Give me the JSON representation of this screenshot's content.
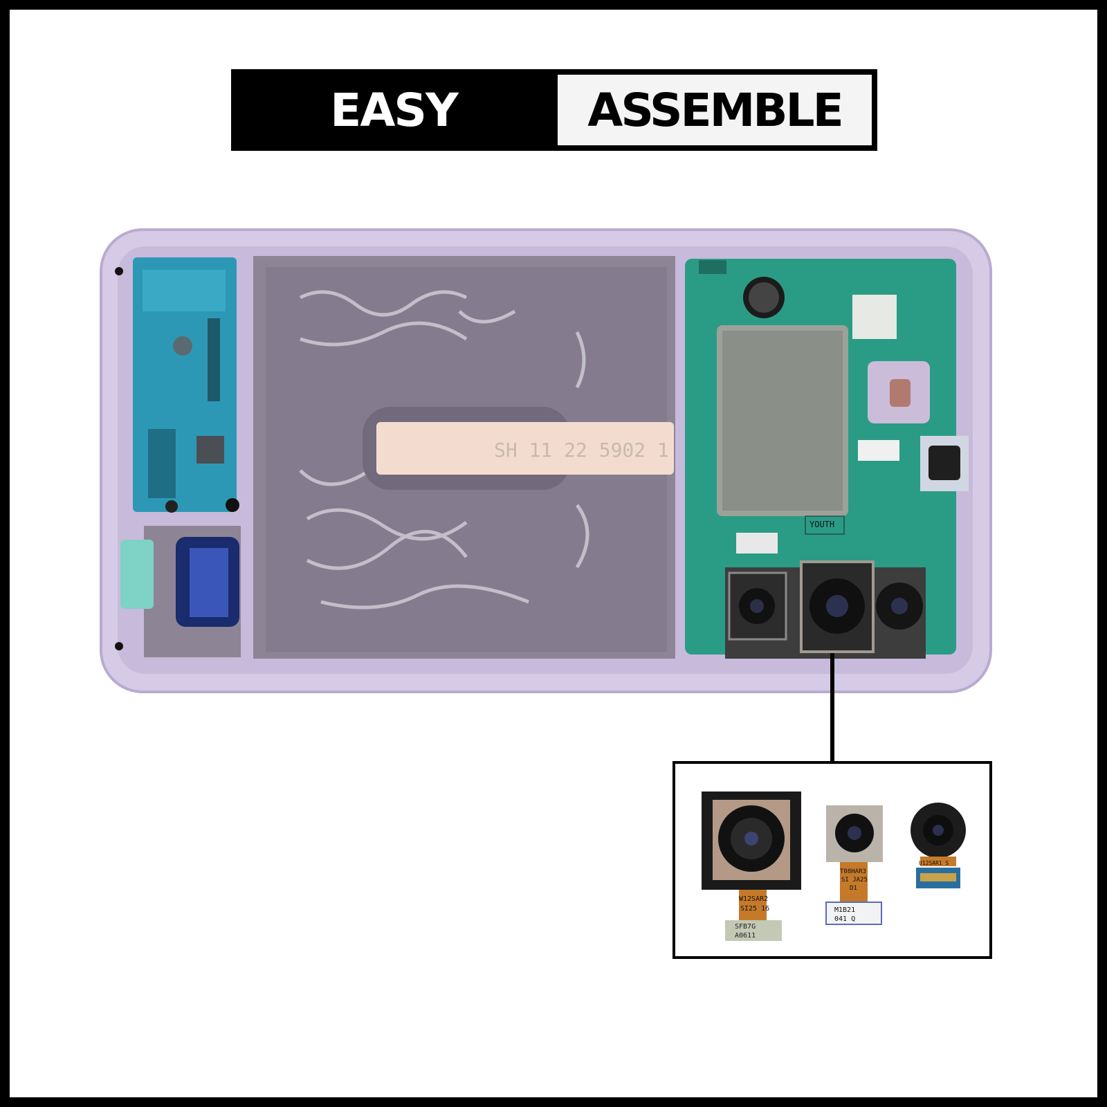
{
  "banner": {
    "left_text": "EASY",
    "right_text": "ASSEMBLE"
  },
  "colors": {
    "frame_lavender": "#cdbfe0",
    "mid_frame_grey": "#8d8596",
    "pcb_green": "#2a9c86",
    "shield_silver": "#9ca19a"
  },
  "phone": {
    "tape_text": "SH 11 22 5902 1",
    "chip_label": "YOUTH"
  },
  "cameras": [
    {
      "label_line1": "W12SAR2",
      "label_line2": "SI25 16",
      "tag_line1": "SFB7G",
      "tag_line2": "A0611"
    },
    {
      "label_line1": "T08HAR3",
      "label_line2": "SI JA25",
      "label_line3": "D1",
      "tag_line1": "M1B21",
      "tag_line2": "041 Q"
    },
    {
      "label_line1": "U12SAR1 S"
    }
  ]
}
